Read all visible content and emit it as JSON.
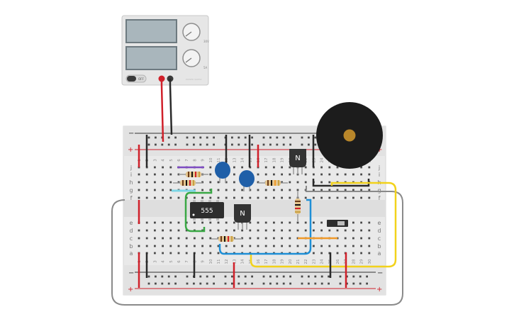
{
  "power_supply": {
    "off_label": "OFF",
    "knob1_label": "30V",
    "knob2_label": "5A",
    "brand_text": "POWER SUPPLY"
  },
  "breadboard": {
    "rail_plus": "+",
    "rail_minus": "−",
    "row_labels_top": [
      "j",
      "i",
      "h",
      "g",
      "f"
    ],
    "row_labels_bottom": [
      "e",
      "d",
      "c",
      "b",
      "a"
    ],
    "column_numbers": [
      "1",
      "2",
      "3",
      "4",
      "5",
      "6",
      "7",
      "8",
      "9",
      "10",
      "11",
      "12",
      "13",
      "14",
      "15",
      "16",
      "17",
      "18",
      "19",
      "20",
      "21",
      "22",
      "23",
      "24",
      "25",
      "26",
      "27",
      "28",
      "29",
      "30"
    ]
  },
  "components": {
    "ic_label": "555",
    "transistor1_label": "N",
    "transistor2_label": "N"
  },
  "colors": {
    "wire_red": "#d0202a",
    "wire_black": "#2a2a2a",
    "wire_yellow": "#f2d21b",
    "wire_blue": "#1e8fd6",
    "wire_green": "#3aa845",
    "wire_grey": "#8a8a8a",
    "capacitor_blue": "#1f5fa8",
    "buzzer": "#1c1c1c",
    "buzzer_center": "#b8862a"
  }
}
